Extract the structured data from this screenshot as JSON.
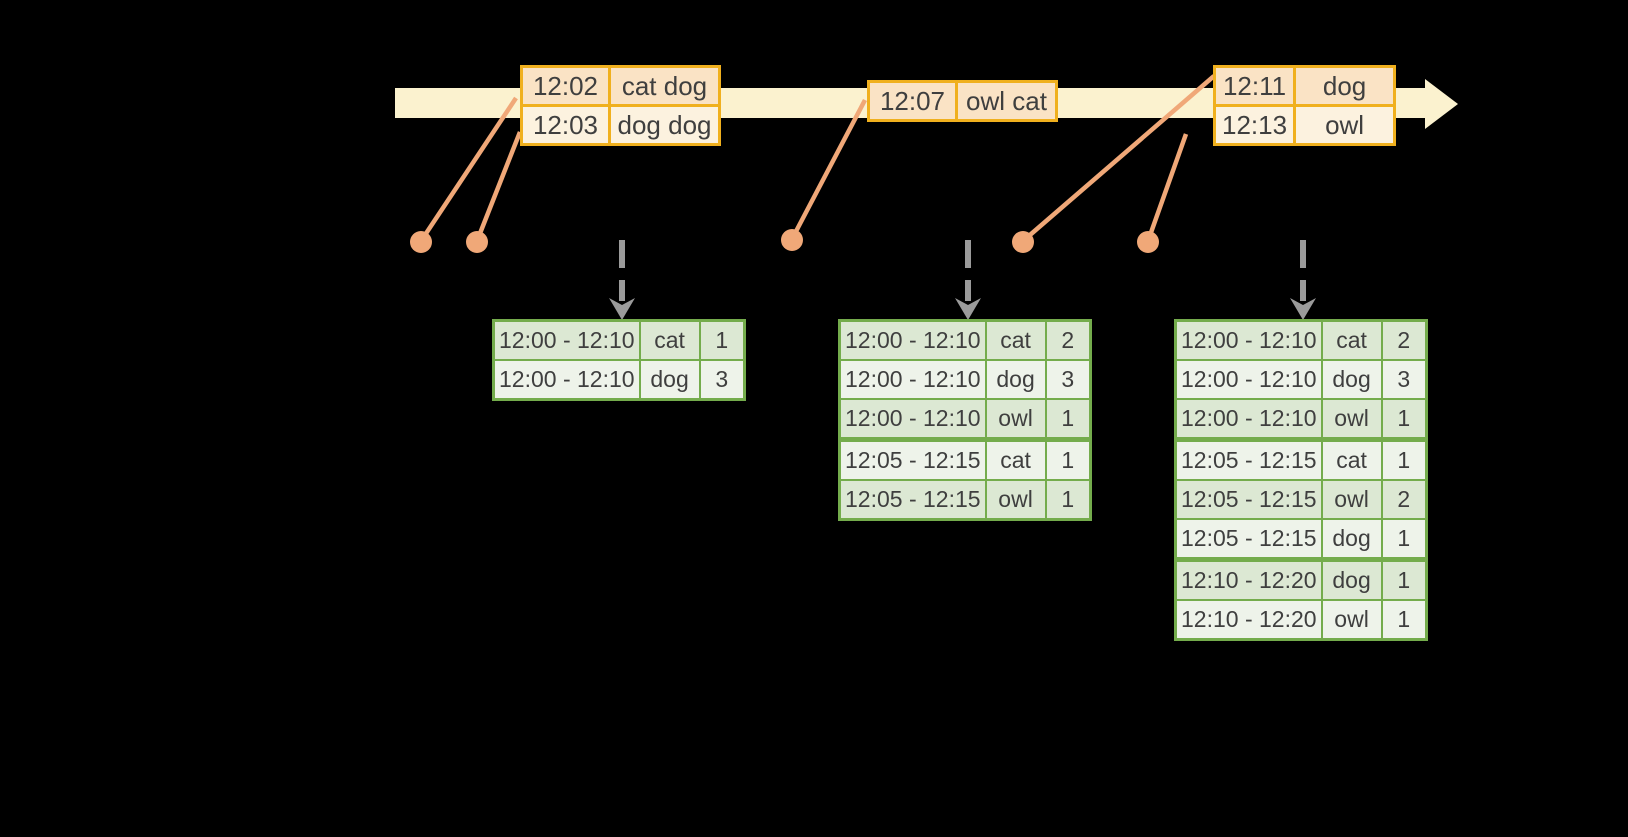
{
  "colors": {
    "background": "#000000",
    "timeline": "#FBF2CF",
    "event_border": "#F0B01E",
    "event_row_odd": "#FAE3C5",
    "event_row_even": "#FCF2DF",
    "result_border": "#74AC4C",
    "result_row_odd": "#DCE8D3",
    "result_row_even": "#EEF3EA",
    "connector": "#F0A878",
    "trigger_arrow": "#9B9B9B",
    "text": "#3F3F3F"
  },
  "timeline": {
    "event_tables": [
      {
        "rows": [
          {
            "time": "12:02",
            "words": "cat dog"
          },
          {
            "time": "12:03",
            "words": "dog dog"
          }
        ]
      },
      {
        "rows": [
          {
            "time": "12:07",
            "words": "owl cat"
          }
        ]
      },
      {
        "rows": [
          {
            "time": "12:11",
            "words": "dog"
          },
          {
            "time": "12:13",
            "words": "owl"
          }
        ]
      }
    ]
  },
  "result_tables": [
    {
      "rows": [
        {
          "window": "12:00 - 12:10",
          "word": "cat",
          "count": "1"
        },
        {
          "window": "12:00 - 12:10",
          "word": "dog",
          "count": "3"
        }
      ]
    },
    {
      "rows": [
        {
          "window": "12:00 - 12:10",
          "word": "cat",
          "count": "2"
        },
        {
          "window": "12:00 - 12:10",
          "word": "dog",
          "count": "3"
        },
        {
          "window": "12:00 - 12:10",
          "word": "owl",
          "count": "1"
        },
        {
          "window": "12:05 - 12:15",
          "word": "cat",
          "count": "1",
          "group_start": true
        },
        {
          "window": "12:05 - 12:15",
          "word": "owl",
          "count": "1"
        }
      ]
    },
    {
      "rows": [
        {
          "window": "12:00 - 12:10",
          "word": "cat",
          "count": "2"
        },
        {
          "window": "12:00 - 12:10",
          "word": "dog",
          "count": "3"
        },
        {
          "window": "12:00 - 12:10",
          "word": "owl",
          "count": "1"
        },
        {
          "window": "12:05 - 12:15",
          "word": "cat",
          "count": "1",
          "group_start": true
        },
        {
          "window": "12:05 - 12:15",
          "word": "owl",
          "count": "2"
        },
        {
          "window": "12:05 - 12:15",
          "word": "dog",
          "count": "1"
        },
        {
          "window": "12:10 - 12:20",
          "word": "dog",
          "count": "1",
          "group_start": true
        },
        {
          "window": "12:10 - 12:20",
          "word": "owl",
          "count": "1"
        }
      ]
    }
  ]
}
